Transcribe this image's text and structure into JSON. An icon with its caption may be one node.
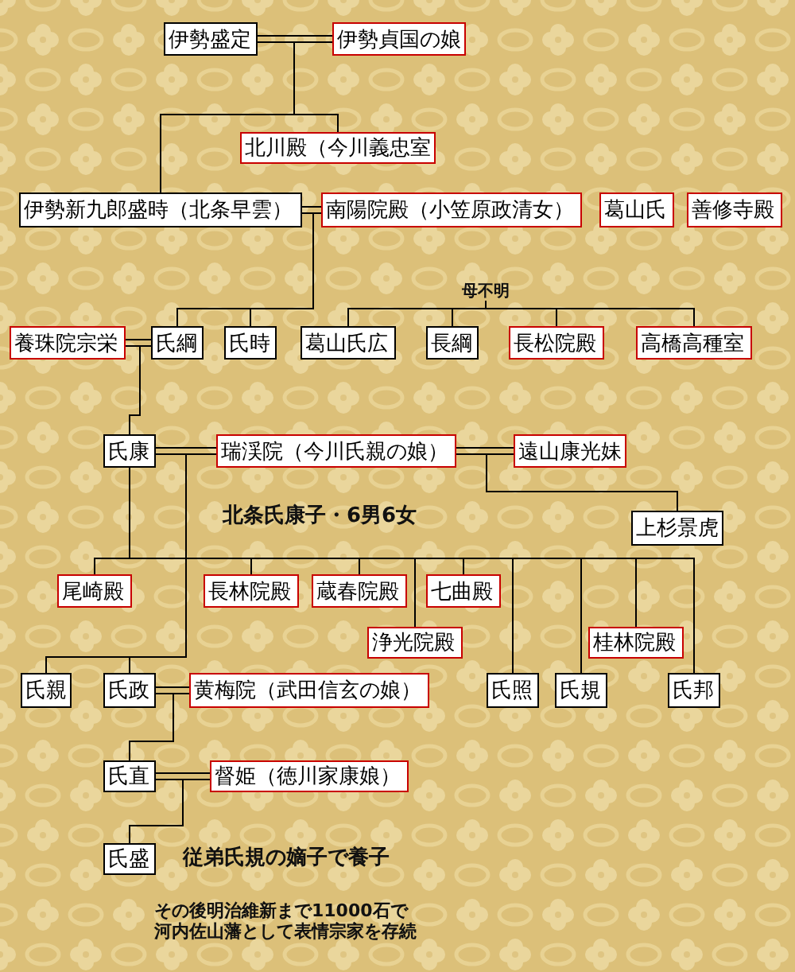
{
  "diagram": {
    "nodes": [
      {
        "text": [
          "伊勢盛定"
        ]
      },
      {
        "text": [
          "伊勢貞国の娘"
        ]
      },
      {
        "text": [
          "北川殿（今川義忠室"
        ]
      },
      {
        "text": [
          "伊勢新九郎盛時（北条早雲）"
        ]
      },
      {
        "text": [
          "南陽院殿（小笠原政清女）"
        ]
      },
      {
        "text": [
          "葛山氏"
        ]
      },
      {
        "text": [
          "善修寺殿"
        ]
      },
      {
        "text": [
          "母不明"
        ]
      },
      {
        "text": [
          "養珠院宗栄"
        ]
      },
      {
        "text": [
          "氏綱"
        ]
      },
      {
        "text": [
          "氏時"
        ]
      },
      {
        "text": [
          "葛山氏広"
        ]
      },
      {
        "text": [
          "長綱"
        ]
      },
      {
        "text": [
          "長松院殿"
        ]
      },
      {
        "text": [
          "高橋高種室"
        ]
      },
      {
        "text": [
          "氏康"
        ]
      },
      {
        "text": [
          "瑞渓院（今川氏親の娘）"
        ]
      },
      {
        "text": [
          "遠山康光妹"
        ]
      },
      {
        "text": [
          "上杉景虎"
        ]
      },
      {
        "text": [
          "尾崎殿"
        ]
      },
      {
        "text": [
          "長林院殿"
        ]
      },
      {
        "text": [
          "蔵春院殿"
        ]
      },
      {
        "text": [
          "七曲殿"
        ]
      },
      {
        "text": [
          "浄光院殿"
        ]
      },
      {
        "text": [
          "桂林院殿"
        ]
      },
      {
        "text": [
          "氏親"
        ]
      },
      {
        "text": [
          "氏政"
        ]
      },
      {
        "text": [
          "黄梅院（武田信玄の娘）"
        ]
      },
      {
        "text": [
          "氏照"
        ]
      },
      {
        "text": [
          "氏規"
        ]
      },
      {
        "text": [
          "氏邦"
        ]
      },
      {
        "text": [
          "氏直"
        ]
      },
      {
        "text": [
          "督姫（徳川家康娘）"
        ]
      },
      {
        "text": [
          "氏盛"
        ],
        "beside": [
          "従弟氏規の嫡子で養子"
        ]
      }
    ],
    "edges": [
      {
        "from": 0,
        "to": 1,
        "arrow": "none"
      },
      {
        "from": 1,
        "to": 3,
        "arrow": "none"
      },
      {
        "from": 1,
        "to": 2,
        "arrow": "none"
      },
      {
        "from": 3,
        "to": 4,
        "arrow": "none"
      },
      {
        "from": 4,
        "to": 9,
        "arrow": "none"
      },
      {
        "from": 4,
        "to": 10,
        "arrow": "none"
      },
      {
        "from": 7,
        "to": 11,
        "arrow": "none"
      },
      {
        "from": 7,
        "to": 12,
        "arrow": "none"
      },
      {
        "from": 7,
        "to": 13,
        "arrow": "none"
      },
      {
        "from": 7,
        "to": 14,
        "arrow": "none"
      },
      {
        "from": 8,
        "to": 9,
        "arrow": "none"
      },
      {
        "from": 8,
        "to": 15,
        "arrow": "none"
      },
      {
        "from": 15,
        "to": 16,
        "arrow": "none"
      },
      {
        "from": 16,
        "to": 17,
        "arrow": "none"
      },
      {
        "from": 17,
        "to": 18,
        "arrow": "none"
      },
      {
        "from": 16,
        "to": 25,
        "arrow": "none"
      },
      {
        "from": 16,
        "to": 26,
        "arrow": "none"
      },
      {
        "from": 15,
        "to": 19,
        "arrow": "none"
      },
      {
        "from": 15,
        "to": 20,
        "arrow": "none"
      },
      {
        "from": 15,
        "to": 21,
        "arrow": "none"
      },
      {
        "from": 15,
        "to": 22,
        "arrow": "none"
      },
      {
        "from": 15,
        "to": 23,
        "arrow": "none"
      },
      {
        "from": 15,
        "to": 24,
        "arrow": "none"
      },
      {
        "from": 15,
        "to": 28,
        "arrow": "none"
      },
      {
        "from": 15,
        "to": 29,
        "arrow": "none"
      },
      {
        "from": 15,
        "to": 30,
        "arrow": "none"
      },
      {
        "from": 26,
        "to": 27,
        "arrow": "none"
      },
      {
        "from": 27,
        "to": 31,
        "arrow": "none"
      },
      {
        "from": 31,
        "to": 32,
        "arrow": "none"
      },
      {
        "from": 32,
        "to": 33,
        "arrow": "none"
      }
    ],
    "labels": [
      "北条氏康子・6男6女",
      "その後明治維新まで11000石で",
      "河内佐山藩として表情宗家を存続"
    ]
  }
}
